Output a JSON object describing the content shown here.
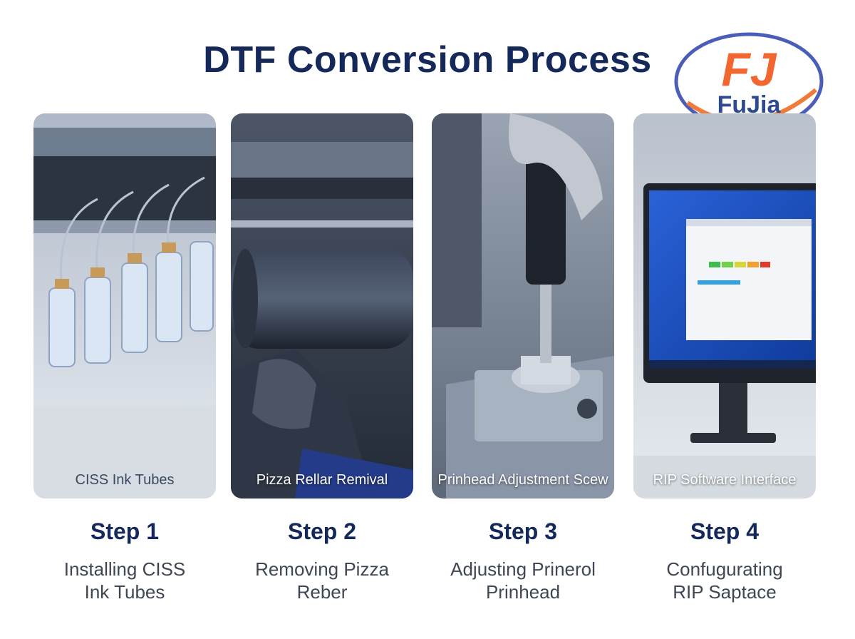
{
  "header": {
    "title": "DTF Conversion Process"
  },
  "logo": {
    "mark": "FJ",
    "text": "FuJia",
    "colors": {
      "ring_orange": "#f07a3a",
      "ring_blue": "#4a5db8",
      "mark_orange": "#f2662f"
    }
  },
  "steps": [
    {
      "caption": "CISS Ink Tubes",
      "title": "Step 1",
      "desc": [
        "Installing CISS",
        "Ink Tubes"
      ]
    },
    {
      "caption": "Pizza Rellar Remival",
      "title": "Step 2",
      "desc": [
        "Removing Pizza",
        "Reber"
      ]
    },
    {
      "caption": "Prinhead Adjustment Scew",
      "title": "Step 3",
      "desc": [
        "Adjusting Prinerol",
        "Prinhead"
      ]
    },
    {
      "caption": "RIP Software Interface",
      "title": "Step 4",
      "desc": [
        "Confugurating",
        "RIP Saptace"
      ]
    }
  ],
  "colors": {
    "title": "#15285a",
    "text": "#3f4754"
  }
}
